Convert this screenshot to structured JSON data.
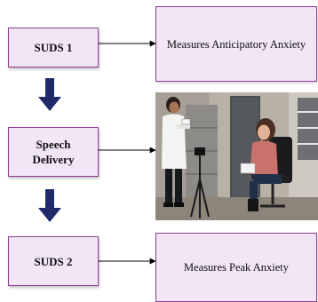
{
  "steps": [
    {
      "label": "SUDS 1"
    },
    {
      "label": "Speech\nDelivery"
    },
    {
      "label": "SUDS 2"
    }
  ],
  "descriptions": {
    "suds1": "Measures Anticipatory Anxiety",
    "suds2": "Measures Peak Anxiety"
  },
  "photo": {
    "subject": "speech-delivery-scene"
  },
  "colors": {
    "box_fill": "#f2e6f6",
    "box_border": "#8e3f94",
    "down_arrow": "#1f2a6b",
    "connector": "#000000"
  }
}
